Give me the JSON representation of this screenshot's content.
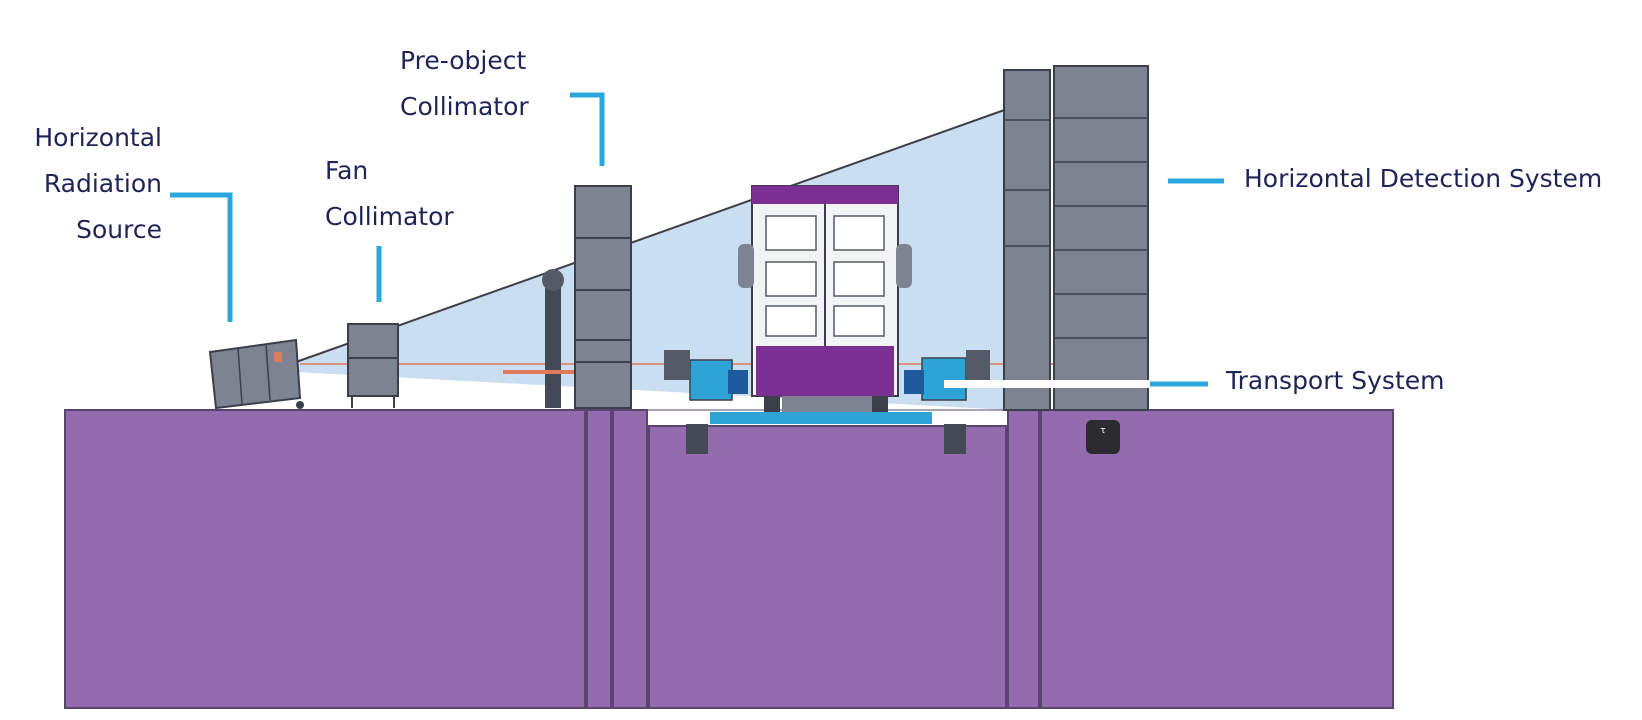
{
  "labels": {
    "radiation_source": [
      "Horizontal",
      "Radiation",
      "Source"
    ],
    "fan_collimator": [
      "Fan",
      "Collimator"
    ],
    "pre_object_collimator": [
      "Pre-object",
      "Collimator"
    ],
    "detection_system": "Horizontal Detection System",
    "transport_system": "Transport System"
  },
  "colors": {
    "label_text": "#1f2456",
    "leader_line": "#29a8e0",
    "foundation": "#936bae",
    "foundation_edge": "#5a4470",
    "radiation_beam": "#c9def0",
    "equipment_gray": "#7d8391",
    "equipment_dark": "#444a55",
    "vehicle_purple": "#7b2f92",
    "transport_blue": "#2ea3d6",
    "beam_red": "#e07a5c"
  },
  "icons": [
    "radiation-source-unit",
    "fan-collimator-unit",
    "pre-object-collimator-tower",
    "vehicle-under-inspection",
    "transport-unit-left",
    "transport-unit-right",
    "detector-tower",
    "junction-box-icon"
  ]
}
